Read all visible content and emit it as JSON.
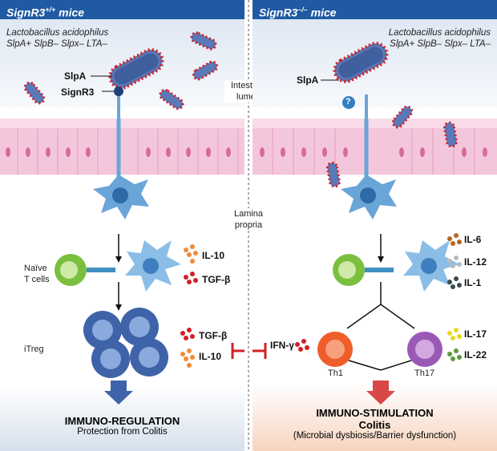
{
  "left": {
    "header_main": "SignR3",
    "header_sup": "+/+",
    "header_tail": " mice",
    "species_line1": "Lactobacillus acidophilus",
    "species_line2": "SlpA+ SlpB– Slpx– LTA–",
    "slpa_label": "SlpA",
    "signr3_label": "SignR3",
    "naive_label": "Naïve\nT cells",
    "itreg_label": "iTreg",
    "cytokines_top": [
      "IL-10",
      "TGF-β"
    ],
    "cytokines_bottom": [
      "TGF-β",
      "IL-10"
    ],
    "footer_title": "IMMUNO-REGULATION",
    "footer_sub": "Protection from Colitis"
  },
  "center": {
    "lumen_label": "Intestinal\nlumen",
    "lamina_label": "Lamina\npropria",
    "ifn_label": "IFN-γ"
  },
  "right": {
    "header_main": "SignR3",
    "header_sup": "–/–",
    "header_tail": " mice",
    "species_line1": "Lactobacillus acidophilus",
    "species_line2": "SlpA+ SlpB– Slpx– LTA–",
    "slpa_label": "SlpA",
    "question_mark": "?",
    "cytokines": [
      "IL-6",
      "IL-12",
      "IL-1"
    ],
    "th1_label": "Th1",
    "th17_label": "Th17",
    "th17_cytokines": [
      "IL-17",
      "IL-22"
    ],
    "footer_title": "IMMUNO-STIMULATION",
    "footer_title2": "Colitis",
    "footer_sub": "(Microbial dysbiosis/Barrier dysfunction)"
  },
  "colors": {
    "header_blue": "#1f5aa3",
    "epithelium_pink": "#f4c6dc",
    "bacteria_red": "#d31f26",
    "dc_blue": "#6aa5d8",
    "naive_green": "#7bbf3f",
    "treg_blue": "#3f63a8",
    "th1_orange": "#ef5d2a",
    "th17_purple": "#9b59b6",
    "foot_left": "#d6e0ec",
    "foot_right": "#f7d4bf"
  }
}
